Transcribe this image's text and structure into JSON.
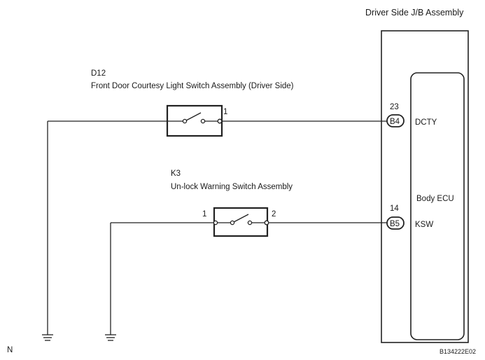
{
  "jb": {
    "title": "Driver Side J/B Assembly",
    "ecu_label": "Body ECU"
  },
  "d12": {
    "code": "D12",
    "name": "Front Door Courtesy Light Switch Assembly (Driver Side)",
    "pin": "1"
  },
  "k3": {
    "code": "K3",
    "name": "Un-lock Warning Switch Assembly",
    "pin_left": "1",
    "pin_right": "2"
  },
  "connectors": [
    {
      "pin": "23",
      "connector": "B4",
      "signal": "DCTY"
    },
    {
      "pin": "14",
      "connector": "B5",
      "signal": "KSW"
    }
  ],
  "footer": {
    "corner_mark": "N",
    "figure_id": "B134222E02"
  }
}
